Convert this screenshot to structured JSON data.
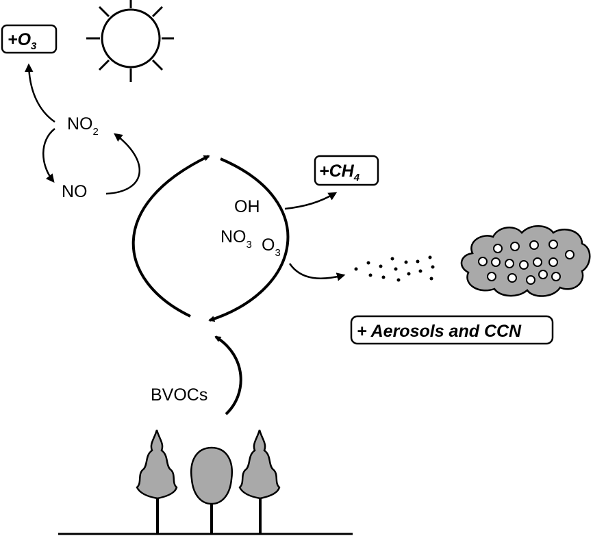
{
  "labels": {
    "ozone": {
      "prefix": "+O",
      "sub": "3"
    },
    "no2": {
      "main": "NO",
      "sub": "2"
    },
    "no": "NO",
    "oh": "OH",
    "no3": {
      "main": "NO",
      "sub": "3"
    },
    "o3": {
      "main": "O",
      "sub": "3"
    },
    "methane": {
      "prefix": "+CH",
      "sub": "4"
    },
    "aerosols": "+ Aerosols and CCN",
    "bvocs": "BVOCs"
  },
  "colors": {
    "stroke": "#000000",
    "tree_fill": "#a9a9a9",
    "cloud_fill": "#a9a9a9",
    "droplet_fill": "#ffffff",
    "background": "#ffffff"
  },
  "icons": [
    "sun-icon",
    "tree-icon",
    "cloud-icon",
    "arrow-icon"
  ]
}
